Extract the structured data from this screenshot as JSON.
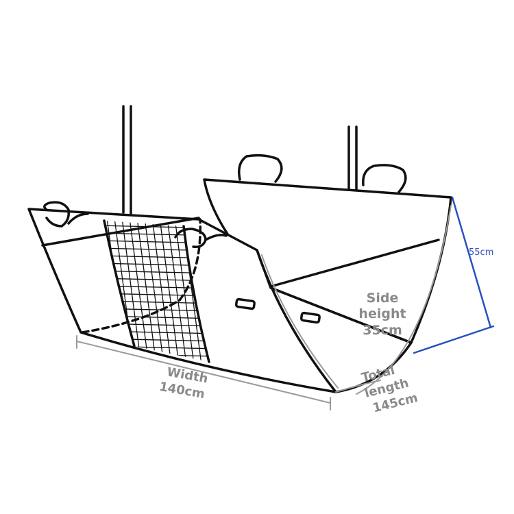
{
  "labels": {
    "measure_55": "55cm",
    "side_height_line1": "Side",
    "side_height_line2": "height",
    "side_height_line3": "35cm",
    "width_line1": "Width",
    "width_line2": "140cm",
    "total_length_line1": "Total",
    "total_length_line2": "length",
    "total_length_line3": "145cm"
  },
  "colors": {
    "outline": "#111111",
    "label_grey": "#8a8a8a",
    "measure_blue": "#2a4fc0"
  }
}
